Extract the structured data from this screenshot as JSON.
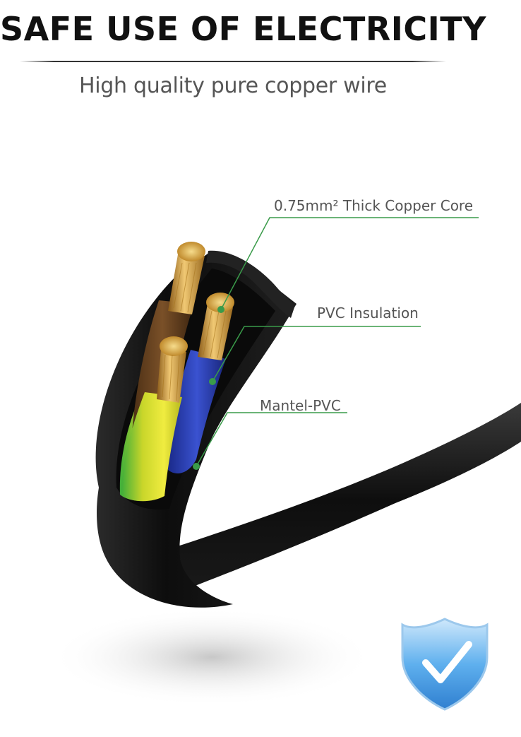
{
  "header": {
    "title": "SAFE USE OF ELECTRICITY",
    "subtitle": "High quality pure copper wire"
  },
  "callouts": {
    "copper_core": "0.75mm² Thick Copper Core",
    "pvc_insulation": "PVC Insulation",
    "mantel_pvc": "Mantel-PVC"
  },
  "colors": {
    "callout_line": "#3a9b4a",
    "jacket": "#141414",
    "wire_brown": "#6b4522",
    "wire_blue": "#2a3fb8",
    "wire_yellow_green": "#d8dd2a",
    "copper": "#d9a64a",
    "shield": "#4da3e8"
  },
  "icons": {
    "shield": "shield-check-icon"
  }
}
